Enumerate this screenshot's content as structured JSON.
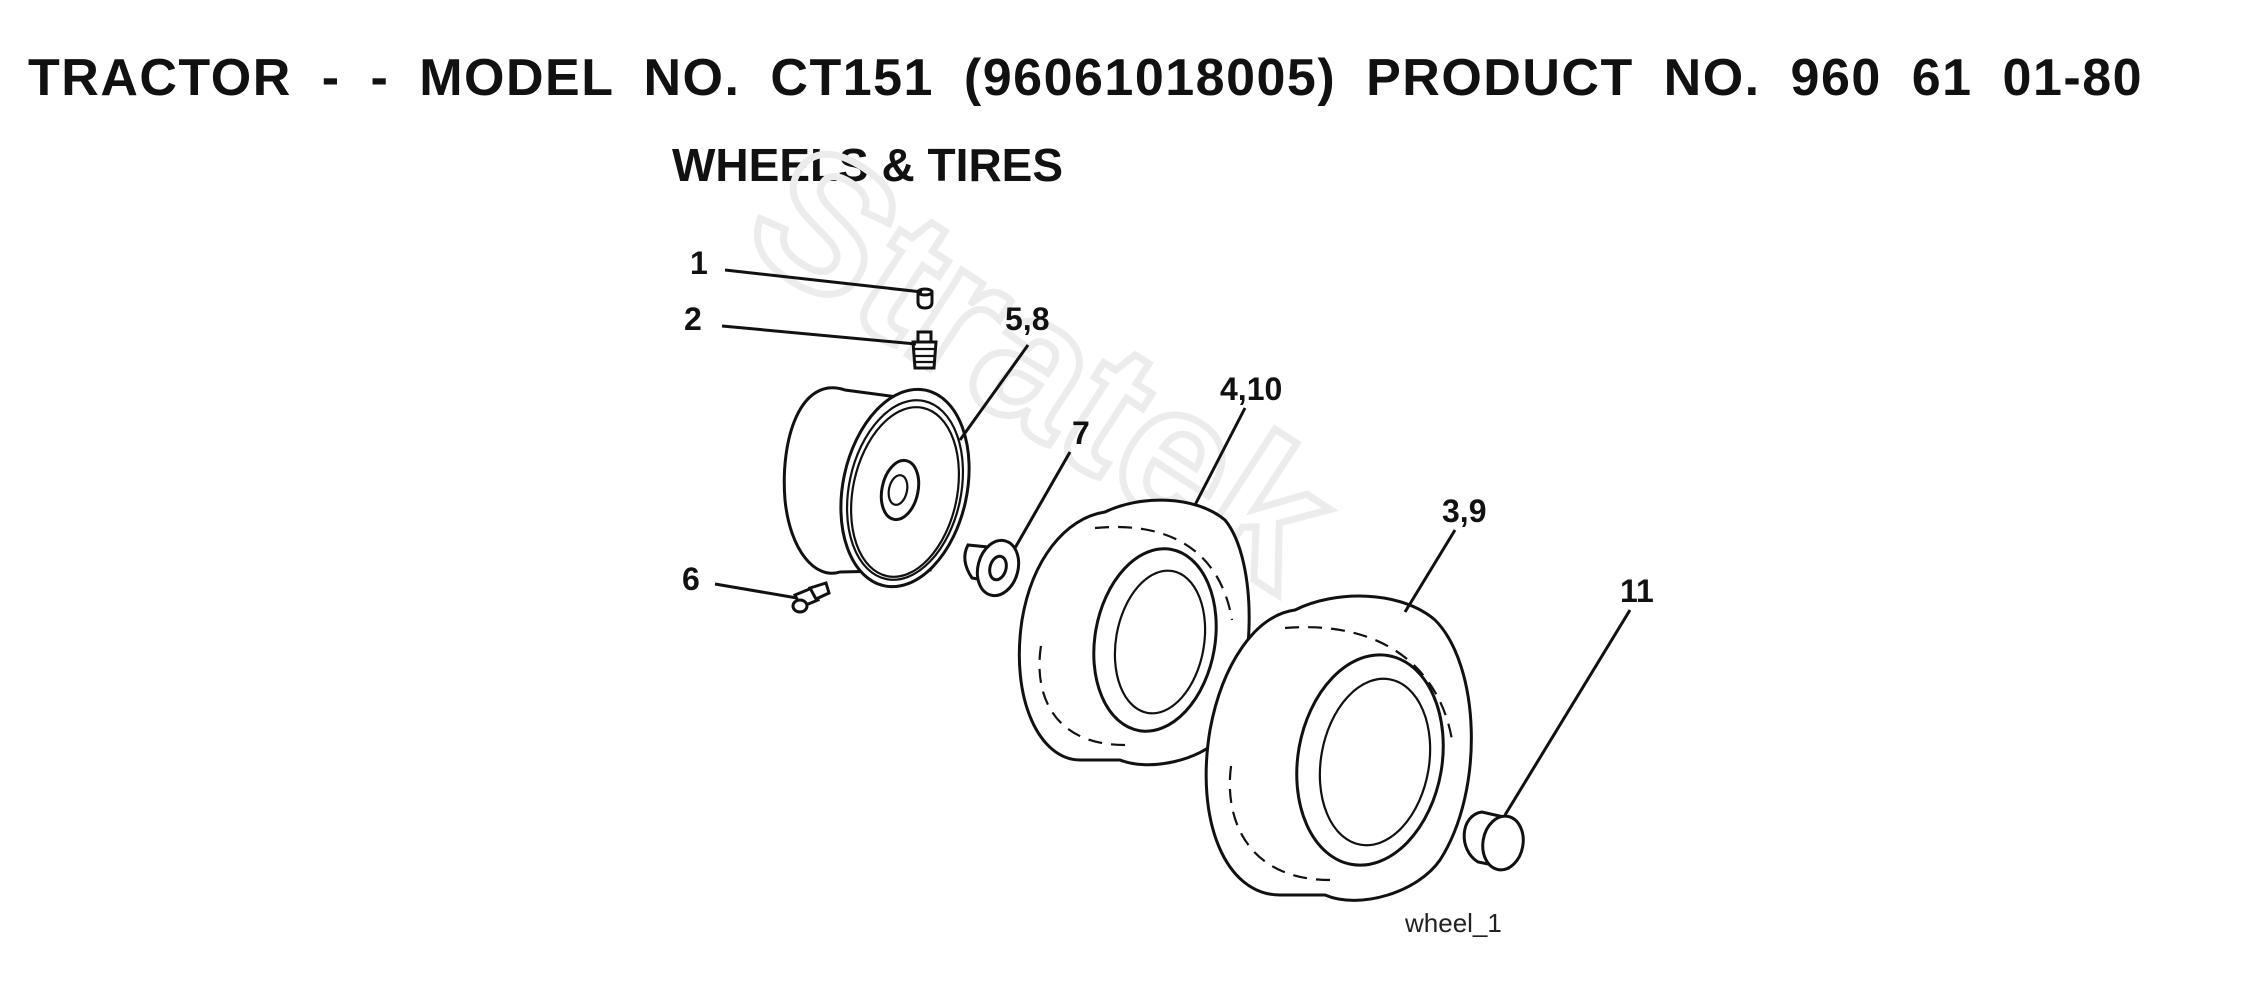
{
  "header": {
    "title": "TRACTOR - - MODEL NO. CT151 (96061018005) PRODUCT NO. 960 61 01-80",
    "subtitle": "WHEELS & TIRES"
  },
  "diagram": {
    "figure_label": "wheel_1",
    "watermark": "Stratek",
    "callouts": {
      "valve_cap": "1",
      "valve_stem": "2",
      "rim": "5,8",
      "bushing": "7",
      "inner_tire": "4,10",
      "outer_tire": "3,9",
      "hub_cap": "11",
      "grease_fitting": "6"
    },
    "icons": [
      "valve-cap-icon",
      "valve-stem-icon",
      "wheel-rim-icon",
      "bushing-icon",
      "tire-icon",
      "hub-cap-icon",
      "grease-fitting-icon"
    ]
  }
}
